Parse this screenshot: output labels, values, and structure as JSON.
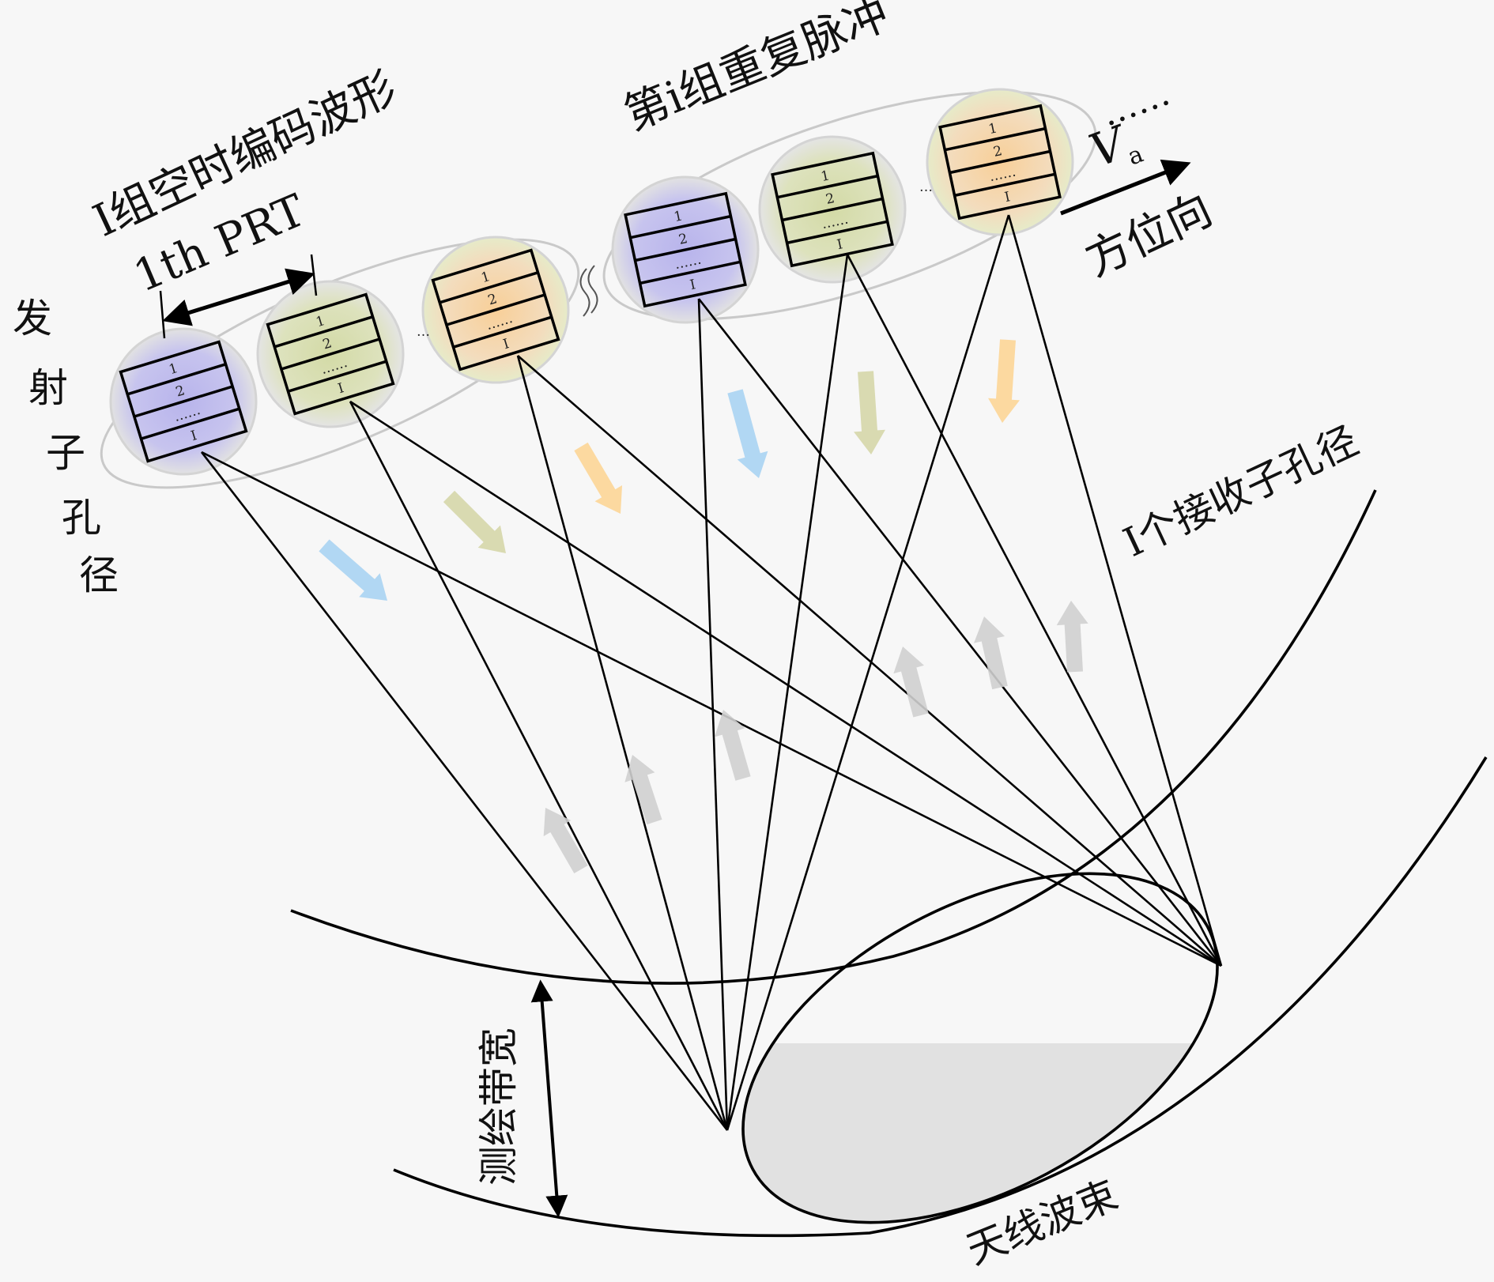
{
  "labels": {
    "waveform_group": "I组空时编码波形",
    "prt": "1th PRT",
    "repeat_group": "第i组重复脉冲",
    "tx_subaperture": [
      "发",
      "射",
      "子",
      "孔",
      "径"
    ],
    "velocity_symbol": "V",
    "velocity_subscript": "a",
    "azimuth": "方位向",
    "rx_subaperture": "I个接收子孔径",
    "swath_width": "测绘带宽",
    "antenna_beam": "天线波束",
    "ellipsis": "……",
    "dots": "…"
  },
  "pulse_stack": {
    "rows": [
      "1",
      "2",
      "……",
      "I"
    ]
  },
  "pulse_groups": [
    {
      "name": "pulse-1-1",
      "tint": "#b8b4ec",
      "tint2": "#9fc6ea"
    },
    {
      "name": "pulse-1-2",
      "tint": "#d6dcae",
      "tint2": "#e5e2c4"
    },
    {
      "name": "pulse-1-I",
      "tint": "#f6d0a8",
      "tint2": "#f6e29a"
    },
    {
      "name": "pulse-i-1",
      "tint": "#b8b4ec",
      "tint2": "#9fc6ea"
    },
    {
      "name": "pulse-i-2",
      "tint": "#d6dcae",
      "tint2": "#e5e2c4"
    },
    {
      "name": "pulse-i-I",
      "tint": "#f6d0a8",
      "tint2": "#f6e29a"
    }
  ],
  "colors": {
    "tx_arrow_blue": "#a9d3f2",
    "tx_arrow_olive": "#d5d6a8",
    "tx_arrow_orange": "#fcd596",
    "rx_arrow_gray": "#cfcfcf",
    "footprint_fill": "#e1e1e1",
    "line": "#000000"
  }
}
